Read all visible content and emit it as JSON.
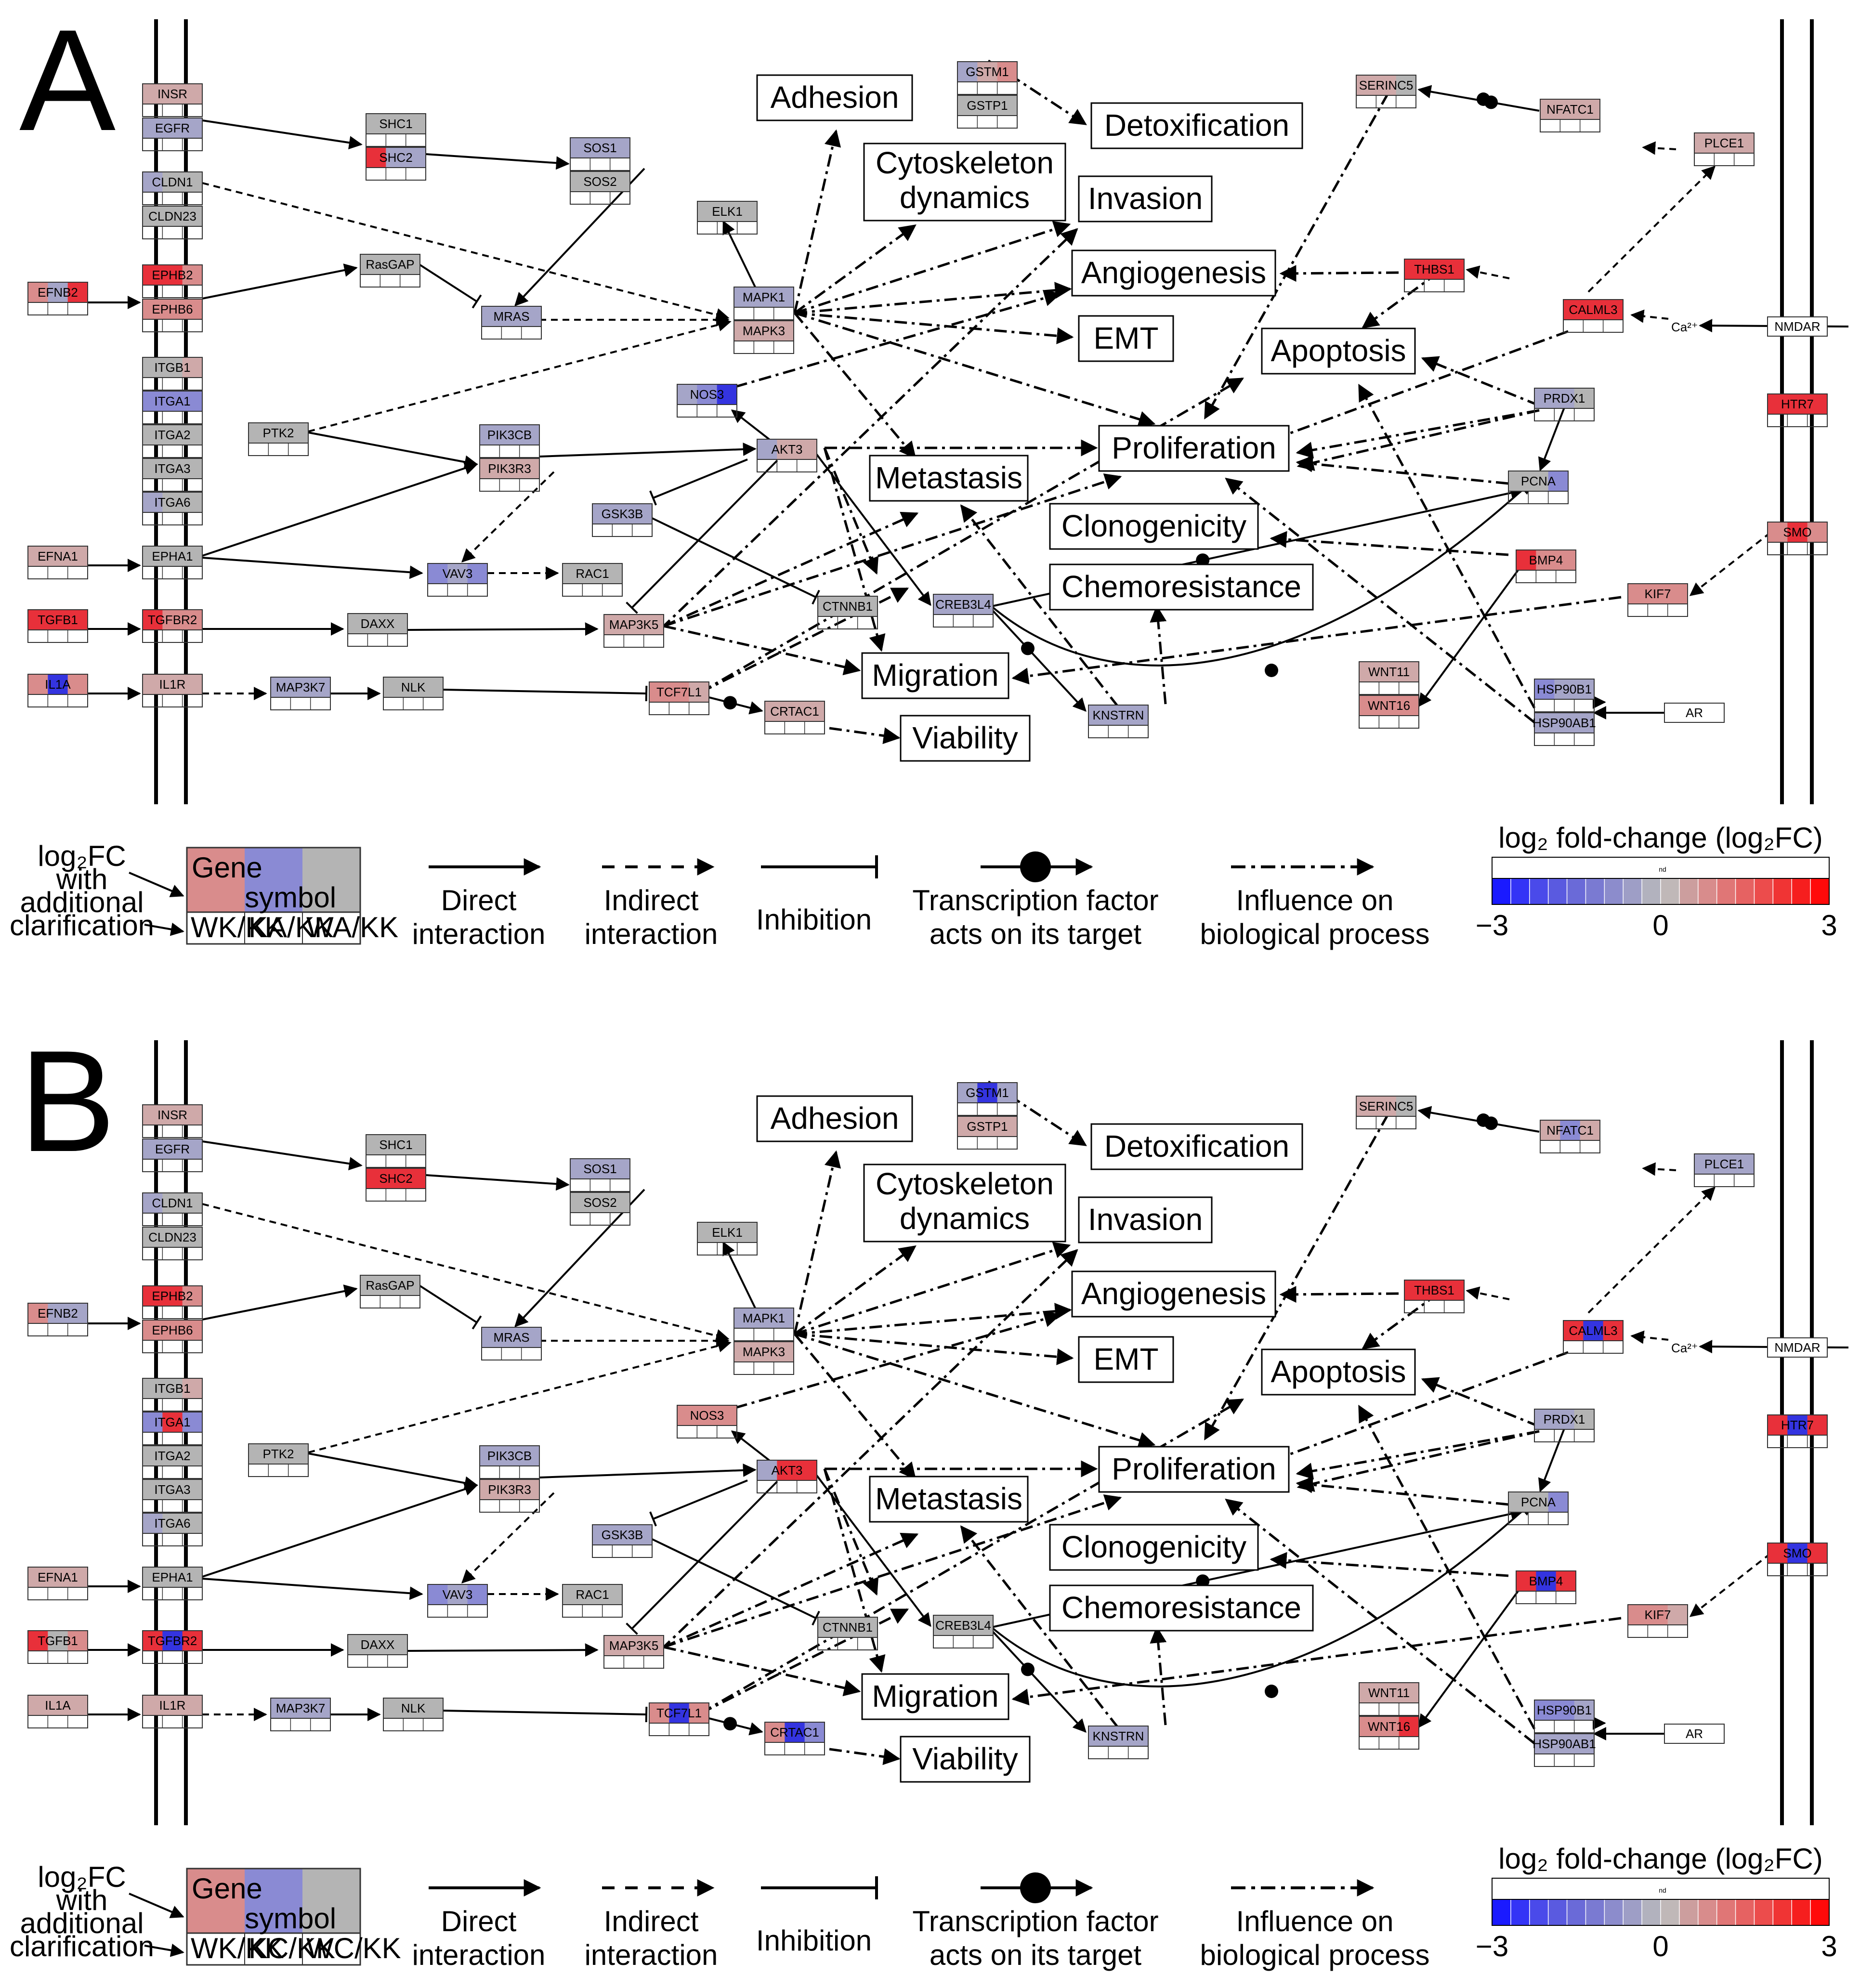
{
  "panels": [
    {
      "label": "A",
      "legend": {
        "gene_box_top": "Gene",
        "gene_box_bottom": "symbol",
        "comparisons": [
          "WK/KK",
          "KA/KK",
          "WA/KK"
        ]
      }
    },
    {
      "label": "B",
      "legend": {
        "gene_box_top": "Gene",
        "gene_box_bottom": "symbol",
        "comparisons": [
          "WK/KK",
          "KC/KK",
          "WC/KK"
        ]
      }
    }
  ],
  "genes": [
    "INSR",
    "EGFR",
    "CLDN1",
    "CLDN23",
    "EPHB2",
    "EPHB6",
    "ITGB1",
    "ITGA1",
    "ITGA2",
    "ITGA3",
    "ITGA6",
    "EFNB2",
    "EFNA1",
    "EPHA1",
    "TGFB1",
    "TGFBR2",
    "IL1A",
    "IL1R",
    "SHC1",
    "SHC2",
    "SOS1",
    "SOS2",
    "RasGAP",
    "MRAS",
    "PTK2",
    "PIK3CB",
    "PIK3R3",
    "VAV3",
    "RAC1",
    "DAXX",
    "MAP3K7",
    "NLK",
    "ELK1",
    "MAPK1",
    "MAPK3",
    "NOS3",
    "AKT3",
    "GSK3B",
    "CTNNB1",
    "MAP3K5",
    "TCF7L1",
    "CRTAC1",
    "CREB3L4",
    "KNSTRN",
    "GSTM1",
    "GSTP1",
    "SERINC5",
    "NFATC1",
    "PLCE1",
    "THBS1",
    "CALML3",
    "PRDX1",
    "PCNA",
    "BMP4",
    "KIF7",
    "WNT11",
    "WNT16",
    "HSP90B1",
    "HSP90AB1",
    "AR",
    "NMDAR",
    "HTR7",
    "SMO"
  ],
  "processes": [
    "Adhesion",
    "Detoxification",
    "Cytoskeleton dynamics",
    "Invasion",
    "Angiogenesis",
    "EMT",
    "Apoptosis",
    "Proliferation",
    "Metastasis",
    "Clonogenicity",
    "Chemoresistance",
    "Migration",
    "Viability"
  ],
  "ca_label": "Ca²⁺",
  "legend_common": {
    "lfc_label": "log₂FC",
    "lfc_with": "with",
    "lfc_additional": "additional",
    "lfc_clarification": "clarification",
    "direct": [
      "Direct",
      "interaction"
    ],
    "indirect": [
      "Indirect",
      "interaction"
    ],
    "inhibition": "Inhibition",
    "tf": [
      "Transcription factor",
      "acts on its target"
    ],
    "influence": [
      "Influence on",
      "biological process"
    ],
    "scale_title": "log₂ fold-change (log₂FC)",
    "scale_min": "−3",
    "scale_mid": "0",
    "scale_max": "3",
    "nd_label": "nd"
  },
  "colors": {
    "up_strong": "#e8303a",
    "up_mid": "#d98c8c",
    "up_light": "#cfa9a9",
    "neutral": "#b4b4b4",
    "down_light": "#a5a5c8",
    "down_mid": "#8a8ad4",
    "down_strong": "#3434e0"
  }
}
